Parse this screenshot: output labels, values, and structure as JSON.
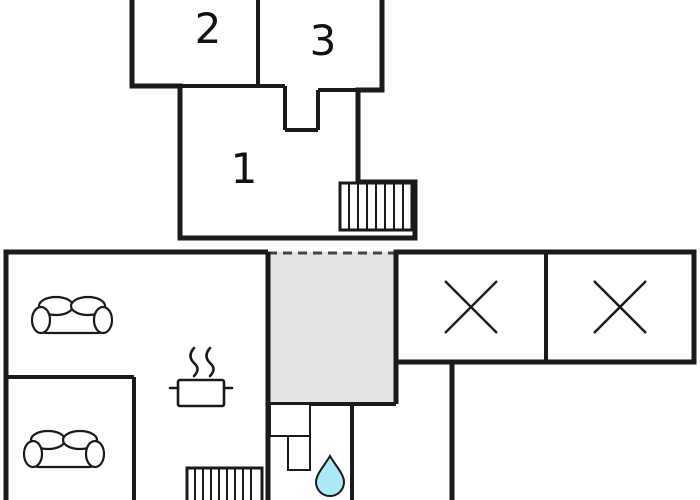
{
  "plan": {
    "type": "floor-plan",
    "upper_floor": {
      "name": "upper-floor",
      "room_labels": {
        "room1": "1",
        "room2": "2",
        "room3": "3"
      },
      "features": [
        "staircase"
      ]
    },
    "main_floor": {
      "name": "main-floor",
      "features": [
        "sofa",
        "sofa",
        "stove",
        "stairwell",
        "bathroom-water-drop",
        "crossed-room",
        "crossed-room",
        "staircase",
        "steps"
      ]
    },
    "colors": {
      "wall": "#1a1a1a",
      "stairwell_fill": "#e4e4e4",
      "water_drop_fill": "#ace9f7",
      "background": "#ffffff"
    }
  }
}
